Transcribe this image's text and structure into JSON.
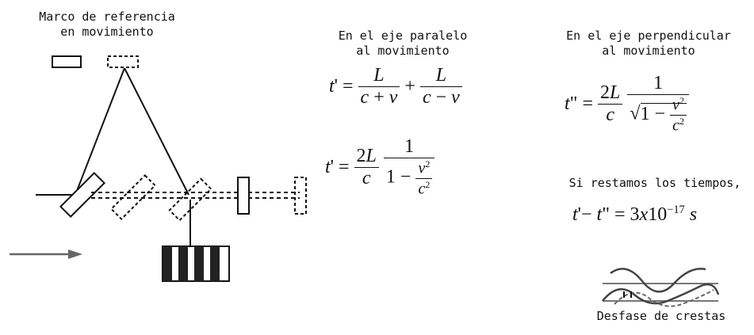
{
  "labels": {
    "moving_frame": [
      "Marco de referencia",
      "en movimiento"
    ],
    "parallel_axis": [
      "En el eje paralelo",
      "al movimiento"
    ],
    "perpendicular_axis": [
      "En el eje perpendicular",
      "al movimiento"
    ],
    "subtract_times": "Si restamos los tiempos,",
    "crest_phase_shift": "Desfase de crestas"
  }
}
